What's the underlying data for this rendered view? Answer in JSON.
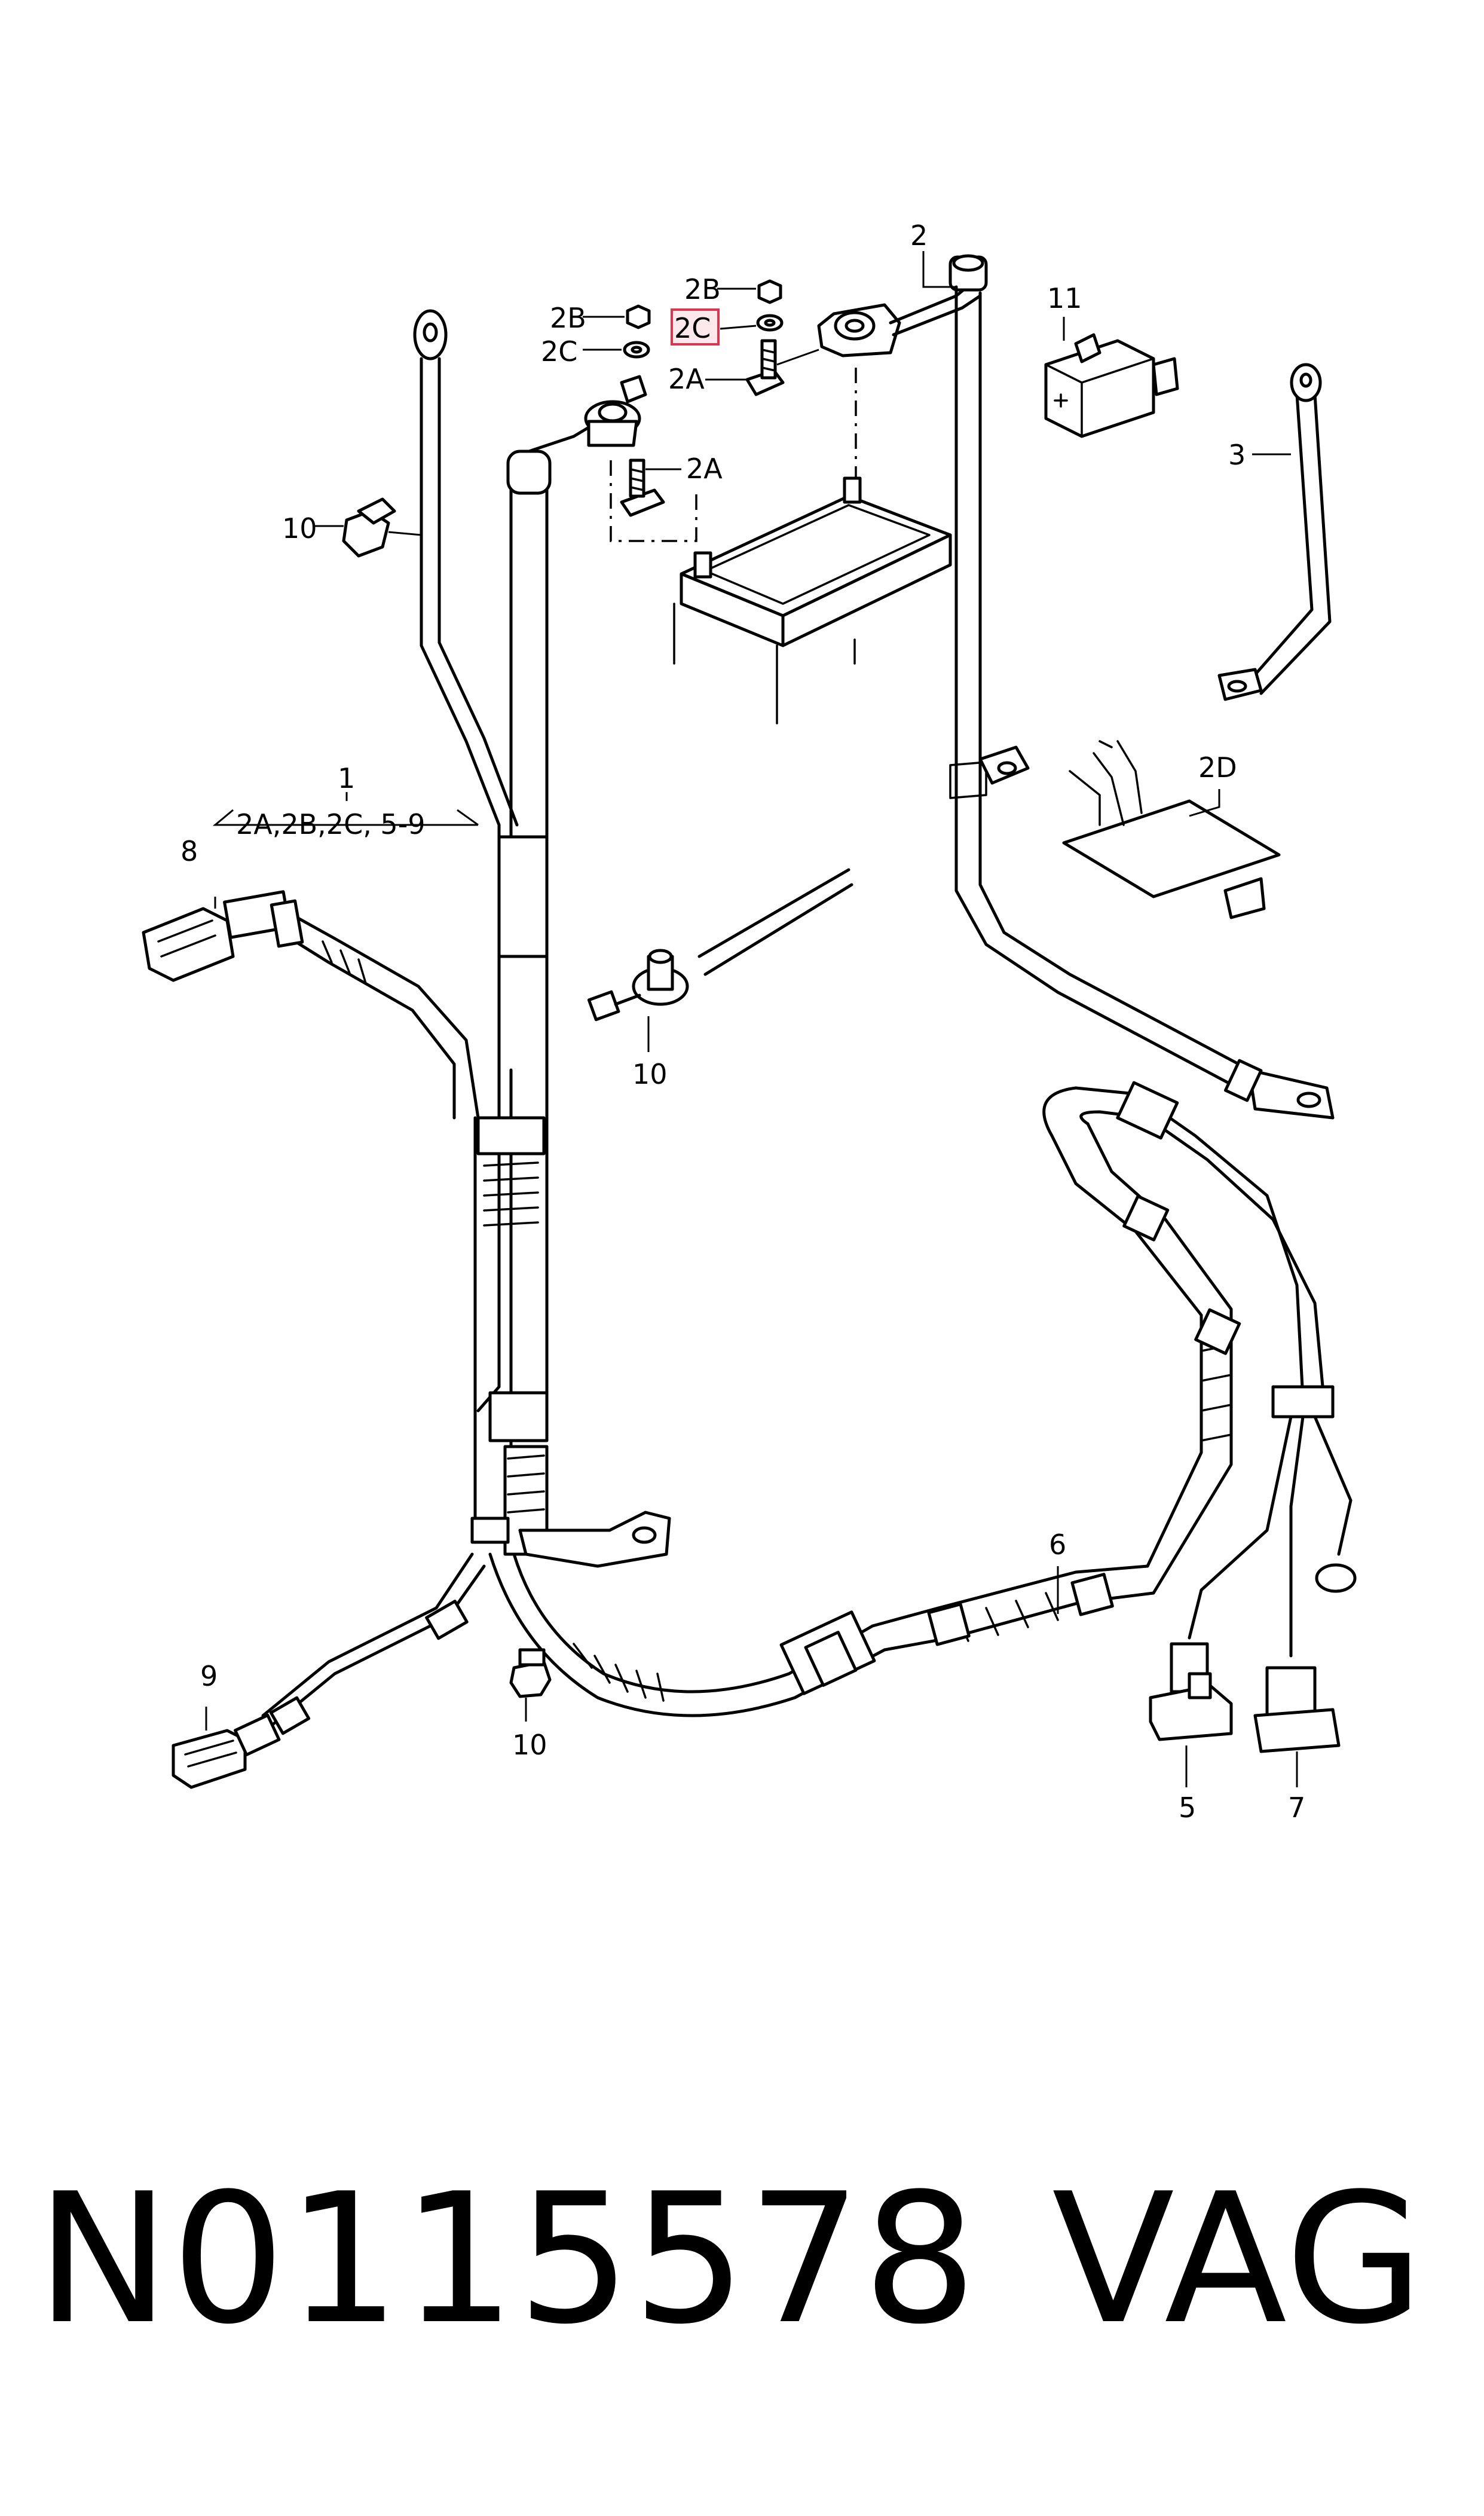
{
  "labels": {
    "item_1": "1",
    "item_1_sub": "2A,2B,2C, 5-9",
    "item_2": "2",
    "item_2a_left": "2A",
    "item_2a_right": "2A",
    "item_2b_left": "2B",
    "item_2b_right": "2B",
    "item_2c_left": "2C",
    "item_2c_right": "2C",
    "item_2d": "2D",
    "item_3": "3",
    "item_5": "5",
    "item_6": "6",
    "item_7": "7",
    "item_8": "8",
    "item_9": "9",
    "item_10_top": "10",
    "item_10_mid": "10",
    "item_10_bottom": "10",
    "item_11": "11"
  },
  "highlight": {
    "label": "2C",
    "color": "#d9364f"
  },
  "caption": {
    "part_number": "N0115578",
    "brand": "VAG"
  }
}
